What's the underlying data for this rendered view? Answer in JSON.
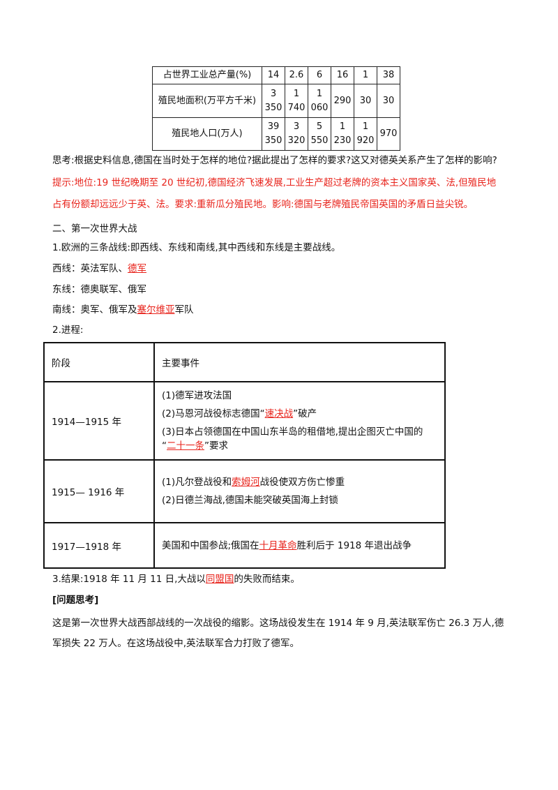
{
  "stats_table": {
    "rows": [
      {
        "label": "占世界工业总产量(%)",
        "values": [
          "14",
          "2.6",
          "6",
          "16",
          "1",
          "38"
        ]
      },
      {
        "label": "殖民地面积(万平方千米)",
        "values": [
          "3  350",
          "1 740",
          "1 060",
          "290",
          "30",
          "30"
        ]
      },
      {
        "label": "殖民地人口(万人)",
        "values": [
          "39 350",
          "3 320",
          "5 550",
          "1 230",
          "1 920",
          "970"
        ]
      }
    ]
  },
  "question": "思考:根据史料信息,德国在当时处于怎样的地位?据此提出了怎样的要求?这又对德英关系产生了怎样的影响?",
  "hint_line1": "提示:地位:19 世纪晚期至 20 世纪初,德国经济飞速发展,工业生产超过老牌的资本主义国家英、法,但殖民地",
  "hint_line2": "占有份额却远远少于英、法。要求:重新瓜分殖民地。影响:德国与老牌殖民帝国英国的矛盾日益尖锐。",
  "section_title": "二、第一次世界大战",
  "fronts_intro": "1.欧洲的三条战线:即西线、东线和南线,其中西线和东线是主要战线。",
  "west_prefix": "西线：英法军队、",
  "west_answer": "德军",
  "east_line": "东线：德奥联军、俄军",
  "south_prefix": "南线：奥军、俄军及",
  "south_answer": "塞尔维亚",
  "south_suffix": "军队",
  "process_title": "2.进程:",
  "process_table": {
    "header_stage": "阶段",
    "header_events": "主要事件",
    "row1_stage": "1914—1915 年",
    "row1_e1": "(1)德军进攻法国",
    "row1_e2_pre": "(2)马恩河战役标志德国“",
    "row1_e2_ans": "速决战",
    "row1_e2_post": "”破产",
    "row1_e3a": "(3)日本占领德国在中国山东半岛的租借地,提出企图灭亡中国的",
    "row1_e3b_pre": "“",
    "row1_e3b_ans": "二十一条",
    "row1_e3b_post": "”要求",
    "row2_stage": "1915—  1916 年",
    "row2_e1_pre": "(1)凡尔登战役和",
    "row2_e1_ans": "索姆河",
    "row2_e1_post": "战役使双方伤亡惨重",
    "row2_e2": "(2)日德兰海战,德国未能突破英国海上封锁",
    "row3_stage": "1917—1918 年",
    "row3_e1_pre": "美国和中国参战;俄国在",
    "row3_e1_ans": "十月革命",
    "row3_e1_post": "胜利后于 1918 年退出战争"
  },
  "result_prefix": "3.结果:1918 年 11 月 11 日,大战以",
  "result_answer": "同盟国",
  "result_suffix": "的失败而结束。",
  "think_heading": "[问题思考]",
  "think_line1": "这是第一次世界大战西部战线的一次战役的缩影。这场战役发生在 1914 年 9 月,英法联军伤亡 26.3 万人,德",
  "think_line2": "军损失 22 万人。在这场战役中,英法联军合力打败了德军。"
}
